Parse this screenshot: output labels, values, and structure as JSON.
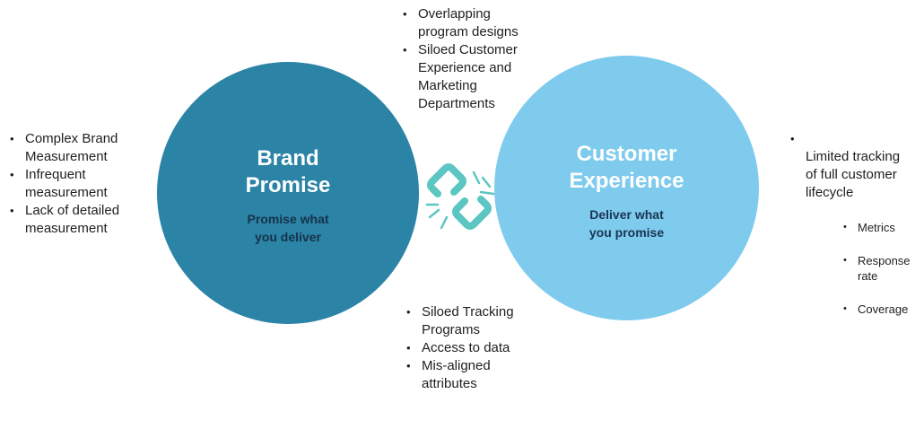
{
  "left_list": {
    "items": [
      "Complex Brand\nMeasurement",
      "Infrequent\nmeasurement",
      "Lack of detailed\nmeasurement"
    ]
  },
  "top_list": {
    "items": [
      "Overlapping\nprogram designs",
      "Siloed Customer\nExperience and\nMarketing\nDepartments"
    ]
  },
  "bottom_list": {
    "items": [
      "Siloed Tracking\nPrograms",
      "Access to data",
      "Mis-aligned\nattributes"
    ]
  },
  "right_list": {
    "main": "Limited tracking\nof full customer\nlifecycle",
    "sub_items": [
      "Metrics",
      "Response\nrate",
      "Coverage"
    ]
  },
  "brand_circle": {
    "title": "Brand\nPromise",
    "subtitle": "Promise what\nyou deliver",
    "color": "#2b83a6"
  },
  "cx_circle": {
    "title": "Customer\nExperience",
    "subtitle": "Deliver what\nyou promise",
    "color": "#7ecbee"
  },
  "icon": {
    "name": "broken-chain-icon",
    "color": "#5cc6c2"
  }
}
